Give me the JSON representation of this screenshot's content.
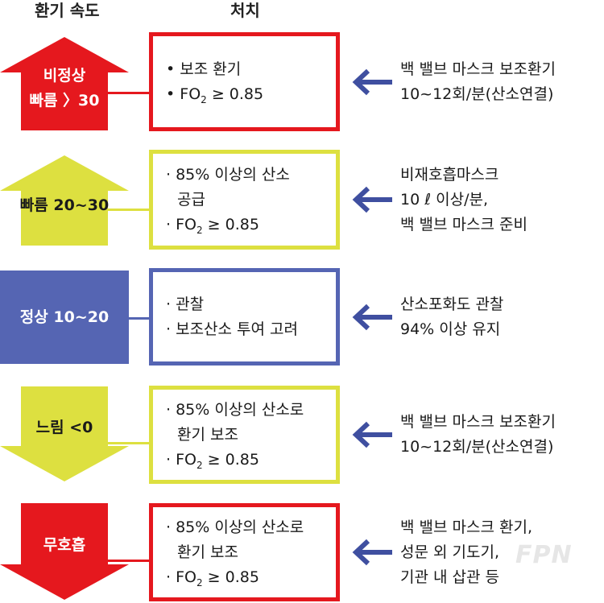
{
  "headers": {
    "speed": "환기 속도",
    "action": "처치"
  },
  "rows": [
    {
      "shape": "arrow-up",
      "color": "#e5181e",
      "text_color": "#ffffff",
      "label_lines": [
        "비정상",
        "빠름 〉30"
      ],
      "box_lines": [
        {
          "bullet": "•",
          "text": "보조 환기"
        },
        {
          "bullet": "•",
          "text": "FO",
          "sub": "2",
          "after": " ≥ 0.85"
        }
      ],
      "note_lines": [
        "백 밸브 마스크 보조환기",
        "10~12회/분(산소연결)"
      ]
    },
    {
      "shape": "arrow-up",
      "color": "#dde040",
      "text_color": "#1a1a1a",
      "label_lines": [
        "빠름 20~30"
      ],
      "box_lines": [
        {
          "bullet": "·",
          "text": "85% 이상의 산소"
        },
        {
          "bullet": "",
          "text": "공급",
          "indent": true
        },
        {
          "bullet": "·",
          "text": "FO",
          "sub": "2",
          "after": " ≥ 0.85"
        }
      ],
      "note_lines": [
        "비재호흡마스크",
        "10 ℓ 이상/분,",
        "백 밸브 마스크 준비"
      ]
    },
    {
      "shape": "square",
      "color": "#5565b3",
      "text_color": "#ffffff",
      "label_lines": [
        "정상 10~20"
      ],
      "box_lines": [
        {
          "bullet": "·",
          "text": "관찰"
        },
        {
          "bullet": "·",
          "text": "보조산소 투여 고려"
        }
      ],
      "note_lines": [
        "산소포화도 관찰",
        "94% 이상 유지"
      ]
    },
    {
      "shape": "arrow-down",
      "color": "#dde040",
      "text_color": "#1a1a1a",
      "label_lines": [
        "느림 <0"
      ],
      "box_lines": [
        {
          "bullet": "·",
          "text": "85% 이상의 산소로"
        },
        {
          "bullet": "",
          "text": "환기 보조",
          "indent": true
        },
        {
          "bullet": "·",
          "text": "FO",
          "sub": "2",
          "after": " ≥ 0.85"
        }
      ],
      "note_lines": [
        "백 밸브 마스크 보조환기",
        "10~12회/분(산소연결)"
      ]
    },
    {
      "shape": "arrow-down",
      "color": "#e5181e",
      "text_color": "#ffffff",
      "label_lines": [
        "무호흡"
      ],
      "box_lines": [
        {
          "bullet": "·",
          "text": "85% 이상의 산소로"
        },
        {
          "bullet": "",
          "text": "환기 보조",
          "indent": true
        },
        {
          "bullet": "·",
          "text": "FO",
          "sub": "2",
          "after": " ≥ 0.85"
        }
      ],
      "note_lines": [
        "백 밸브 마스크 환기,",
        "성문 외 기도기,",
        "기관 내 삽관 등"
      ]
    }
  ],
  "arrow_color": "#3f4fa0",
  "watermark": "FPN"
}
